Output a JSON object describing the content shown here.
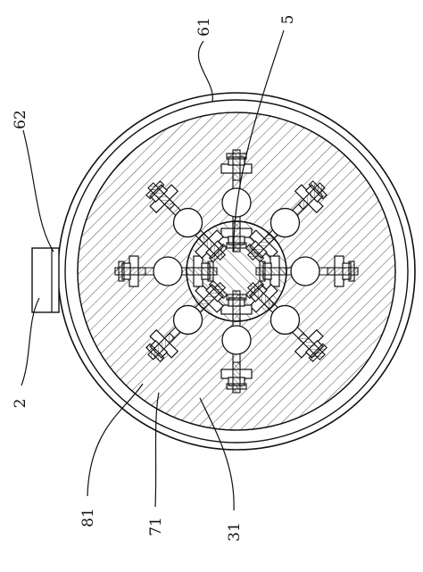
{
  "figure": {
    "labels": [
      {
        "id": "61",
        "text": "61"
      },
      {
        "id": "5",
        "text": "5"
      },
      {
        "id": "62",
        "text": "62"
      },
      {
        "id": "2",
        "text": "2"
      },
      {
        "id": "81",
        "text": "81"
      },
      {
        "id": "71",
        "text": "71"
      },
      {
        "id": "31",
        "text": "31"
      }
    ],
    "assembly_count": 8,
    "hatch_color": "#111111",
    "line_color": "#111111",
    "background": "#ffffff"
  }
}
